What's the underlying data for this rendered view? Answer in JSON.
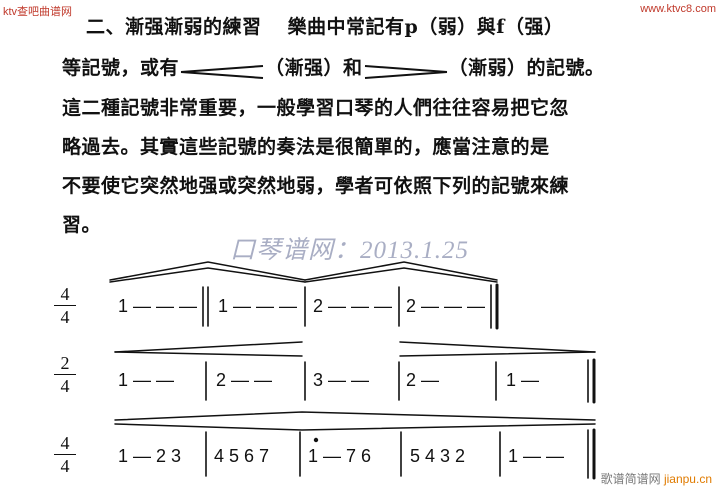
{
  "header": {
    "left_site": "ktv查吧曲谱网",
    "right_site": "www.ktvc8.com"
  },
  "text": {
    "section_title": "二、漸强漸弱的練習",
    "line1_rest": "樂曲中常記有p（弱）與f（强）",
    "line2_a": "等記號，或有",
    "line2_b": "（漸强）和",
    "line2_c": "（漸弱）的記號。",
    "line3": "這二種記號非常重要，一般學習口琴的人們往往容易把它忽",
    "line4": "略過去。其實這些記號的奏法是很簡單的，應當注意的是",
    "line5": "不要使它突然地强或突然地弱，學者可依照下列的記號來練",
    "line6": "習。"
  },
  "watermark": "口琴谱网：2013.1.25",
  "music": {
    "rows": [
      {
        "time_num": "4",
        "time_den": "4",
        "measures": [
          "1 — — —",
          "1 — — —",
          "2 — — —",
          "2 — — —"
        ]
      },
      {
        "time_num": "2",
        "time_den": "4",
        "measures": [
          "1 — —",
          "2 — —",
          "3 — —",
          "2 —",
          "1 —"
        ]
      },
      {
        "time_num": "4",
        "time_den": "4",
        "measures": [
          "1 — 2 3",
          "4 5 6 7",
          "1 — 7 6",
          "5 4 3 2",
          "1 — —"
        ]
      }
    ]
  },
  "footer": {
    "site_cn": "歌谱简谱网",
    "site_en": "jianpu.cn"
  }
}
